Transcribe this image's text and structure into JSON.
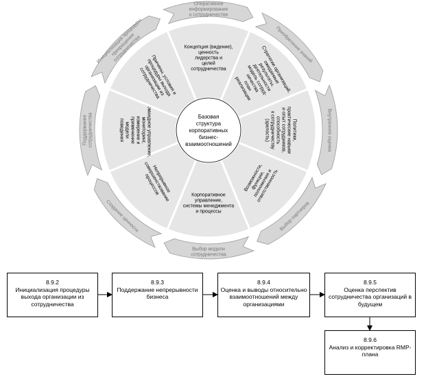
{
  "center": {
    "lines": [
      "Базовая",
      "структура",
      "корпоративных",
      "бизнес-",
      "взаимоотношений"
    ]
  },
  "inner_segments": [
    {
      "name": "concept",
      "angle": 0,
      "rot": 0,
      "lines": [
        "Концепция (видение),",
        "ценность",
        "лидерства и",
        "целей",
        "сотрудничества"
      ]
    },
    {
      "name": "strategy",
      "angle": 45,
      "rot": 60,
      "lines": [
        "Стратегии организаций,",
        "ожидаемые",
        "результаты,",
        "деятельности",
        "модель сотруд-",
        "ничества",
        "план",
        "реализации"
      ]
    },
    {
      "name": "policies",
      "angle": 90,
      "rot": 90,
      "lines": [
        "Политики,",
        "практические навыки",
        "и опыт сотрудников,",
        "способность",
        "к сотрудничеству",
        "(зрелость)"
      ]
    },
    {
      "name": "capabilities",
      "angle": 135,
      "rot": -60,
      "lines": [
        "Возможности,",
        "функции,",
        "полномочия и",
        "ответственность"
      ]
    },
    {
      "name": "corp-governance",
      "angle": 180,
      "rot": 0,
      "lines": [
        "Корпоративное",
        "управление,",
        "системы менеджмента",
        "и процессы"
      ]
    },
    {
      "name": "continuous-improvement",
      "angle": 225,
      "rot": 60,
      "lines": [
        "Непрерывное",
        "совершенствование",
        "процессов"
      ]
    },
    {
      "name": "team-management",
      "angle": 270,
      "rot": 90,
      "lines": [
        "Командное управление,",
        "мониторинг,",
        "измерение и",
        "применение",
        "модели",
        "поведения"
      ]
    },
    {
      "name": "reasons",
      "angle": 315,
      "rot": 60,
      "lines": [
        "Причины, условия и",
        "процедуры выхода",
        "организации из",
        "сотрудничества"
      ]
    }
  ],
  "outer_arrows": [
    {
      "name": "operational-info",
      "angle": 0,
      "lines": [
        "Оперативное",
        "информирование",
        "о сотрудничестве"
      ]
    },
    {
      "name": "knowledge-acquisition",
      "angle": 45,
      "lines": [
        "Приобретение знаний"
      ]
    },
    {
      "name": "internal-assessment",
      "angle": 90,
      "lines": [
        "Внутренняя оценка"
      ]
    },
    {
      "name": "partner-selection",
      "angle": 135,
      "lines": [
        "Выбор партнеров"
      ]
    },
    {
      "name": "model-selection",
      "angle": 180,
      "lines": [
        "Выбор модели",
        "сотрудничества"
      ]
    },
    {
      "name": "value-creation",
      "angle": 225,
      "lines": [
        "Создание ценности"
      ]
    },
    {
      "name": "support-cooperation",
      "angle": 270,
      "lines": [
        "Поддержание",
        "сотрудничества"
      ]
    },
    {
      "name": "exit-initiation",
      "angle": 315,
      "lines": [
        "Инициализация процедуры",
        "прекращения",
        "сотрудничества"
      ]
    }
  ],
  "flow_boxes": [
    {
      "name": "box-892",
      "num": "8.9.2",
      "label": "Инициализация процедуры выхода организации из сотрудничества"
    },
    {
      "name": "box-893",
      "num": "8.9.3",
      "label": "Поддержание непрерывности бизнеса"
    },
    {
      "name": "box-894",
      "num": "8.9.4",
      "label": "Оценка и выводы относительно взаимоотношений между организациями"
    },
    {
      "name": "box-895",
      "num": "8.9.5",
      "label": "Оценка перспектив сотрудничества организаций в будущем"
    },
    {
      "name": "box-896",
      "num": "8.9.6",
      "label": "Анализ и корректировка RMP-плана"
    }
  ],
  "colors": {
    "segment_fill": "#e6e6e6",
    "arrow_fill": "#d6d6d6",
    "arrow_text": "#777777",
    "line": "#000000"
  }
}
